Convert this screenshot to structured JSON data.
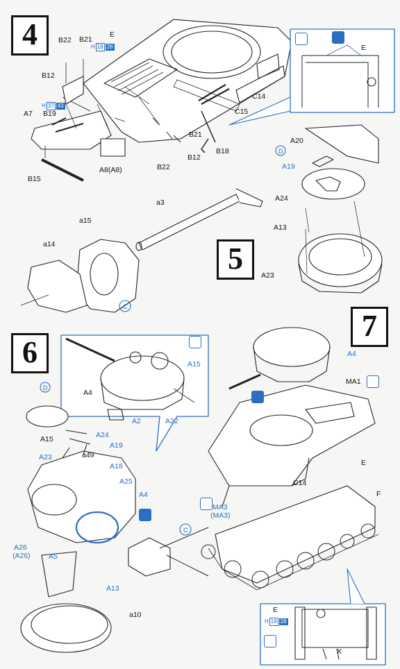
{
  "steps": {
    "s4": "4",
    "s5": "5",
    "s6": "6",
    "s7": "7"
  },
  "labels4": {
    "B22": "B22",
    "B21": "B21",
    "E": "E",
    "B12a": "B12",
    "B19": "B19",
    "A7": "A7",
    "B15": "B15",
    "C14": "C14",
    "C15": "C15",
    "B21b": "B21",
    "B18": "B18",
    "B12b": "B12",
    "B22b": "B22",
    "A8": "A8(A8)",
    "E_detail": "E"
  },
  "paints4": {
    "h1": {
      "h": "H",
      "a": "18",
      "b": "28"
    },
    "h2": {
      "h": "H",
      "a": "37",
      "b": "43"
    }
  },
  "labels5": {
    "a3": "a3",
    "a15": "a15",
    "a14": "a14",
    "C": "C",
    "A20": "A20",
    "D": "D",
    "A19": "A19",
    "A24": "A24",
    "A13": "A13",
    "A23": "A23"
  },
  "labels6": {
    "A4d": "A4",
    "A15d": "A15",
    "A2": "A2",
    "A22": "A22",
    "D": "D",
    "A24": "A24",
    "A15": "A15",
    "A19": "A19",
    "A23": "A23",
    "a49": "a49",
    "A18": "A18",
    "A25": "A25",
    "A4": "A4",
    "A26": "A26",
    "A26b": "(A26)",
    "A5": "A5",
    "A13": "A13",
    "a10": "a10",
    "C": "C"
  },
  "labels7": {
    "A4": "A4",
    "MA1": "MA1",
    "E": "E",
    "C14": "C14",
    "MA3": "MA3",
    "MA3b": "(MA3)",
    "F": "F",
    "E_detail": "E",
    "X": "X"
  },
  "paints7": {
    "h1": {
      "h": "H",
      "a": "18",
      "b": "28"
    }
  },
  "colors": {
    "accent": "#2a6fc0",
    "line": "#222222",
    "paper": "#f6f6f4"
  }
}
